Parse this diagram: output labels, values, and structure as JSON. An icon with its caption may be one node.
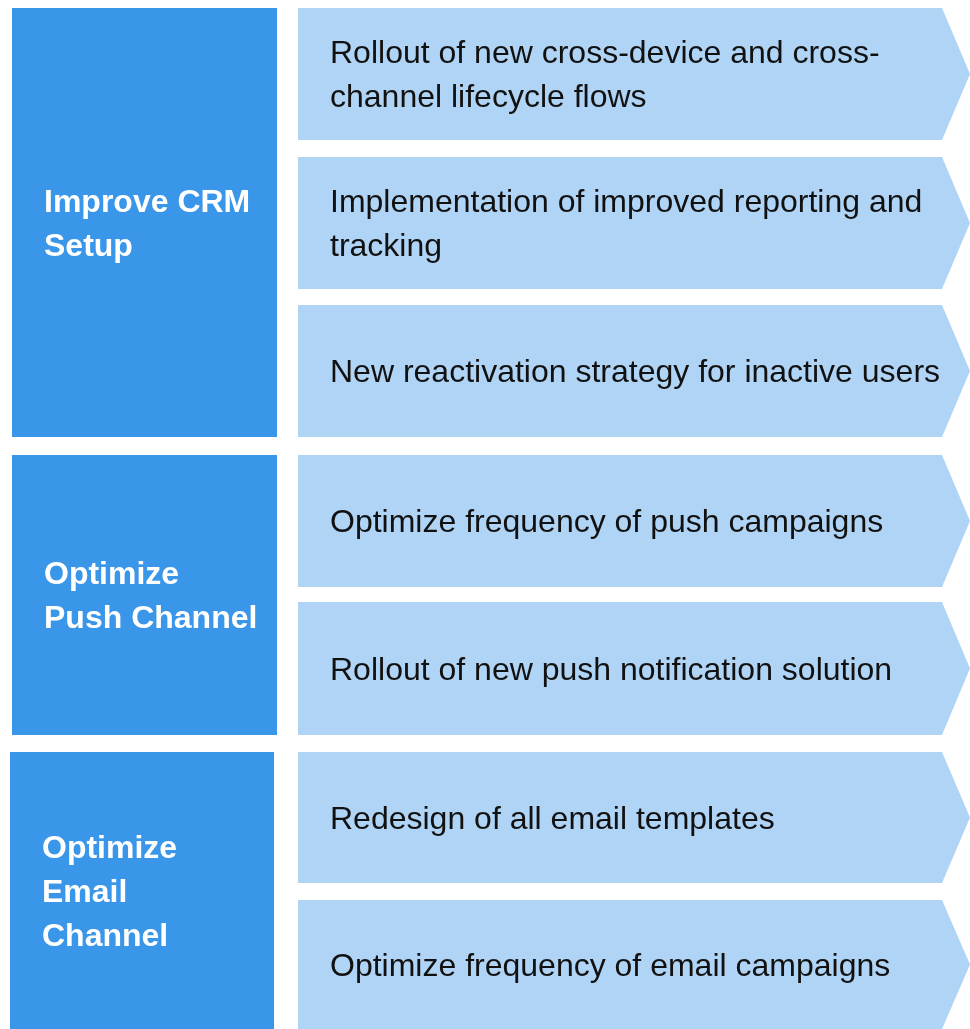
{
  "diagram": {
    "nodes": [
      {
        "text": [
          "Improve CRM Setup"
        ]
      },
      {
        "text": [
          "Rollout of new cross-device and cross-channel lifecycle flows"
        ]
      },
      {
        "text": [
          "Implementation of improved reporting and tracking"
        ]
      },
      {
        "text": [
          "New reactivation strategy for inactive users"
        ]
      },
      {
        "text": [
          "Optimize Push Channel"
        ]
      },
      {
        "text": [
          "Optimize frequency of push campaigns"
        ]
      },
      {
        "text": [
          "Rollout of new push notification solution"
        ]
      },
      {
        "text": [
          "Optimize Email Channel"
        ]
      },
      {
        "text": [
          "Redesign of all email templates"
        ]
      },
      {
        "text": [
          "Optimize frequency of email campaigns"
        ]
      }
    ],
    "edges": []
  }
}
